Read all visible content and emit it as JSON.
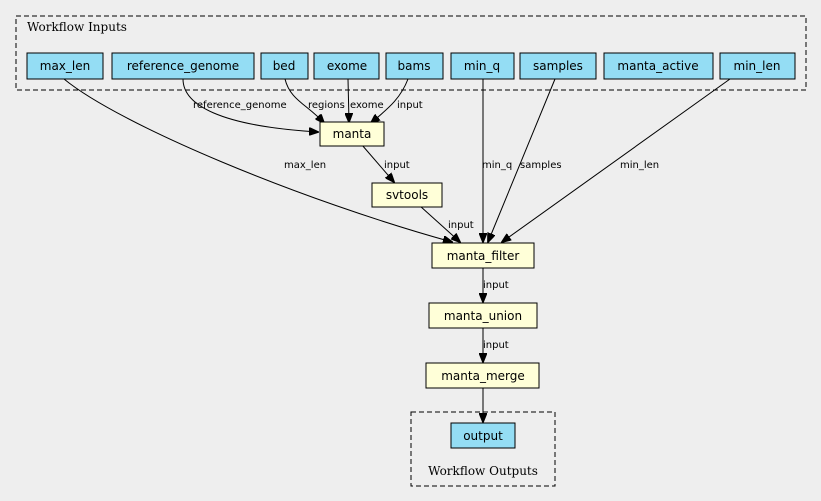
{
  "clusters": {
    "inputs": "Workflow Inputs",
    "outputs": "Workflow Outputs"
  },
  "colors": {
    "input_node": "#94ddf4",
    "step_node": "#ffffd8",
    "background": "#eeeeee"
  },
  "nodes": {
    "max_len": "max_len",
    "reference_genome": "reference_genome",
    "bed": "bed",
    "exome": "exome",
    "bams": "bams",
    "min_q": "min_q",
    "samples": "samples",
    "manta_active": "manta_active",
    "min_len": "min_len",
    "manta": "manta",
    "svtools": "svtools",
    "manta_filter": "manta_filter",
    "manta_union": "manta_union",
    "manta_merge": "manta_merge",
    "output": "output"
  },
  "edges": {
    "reference_genome_to_manta": "reference_genome",
    "bed_to_manta": "regions",
    "exome_to_manta": "exome",
    "bams_to_manta": "input",
    "manta_to_svtools": "input",
    "max_len_to_filter": "max_len",
    "svtools_to_filter": "input",
    "min_q_to_filter": "min_q",
    "samples_to_filter": "samples",
    "min_len_to_filter": "min_len",
    "filter_to_union": "input",
    "union_to_merge": "input"
  }
}
